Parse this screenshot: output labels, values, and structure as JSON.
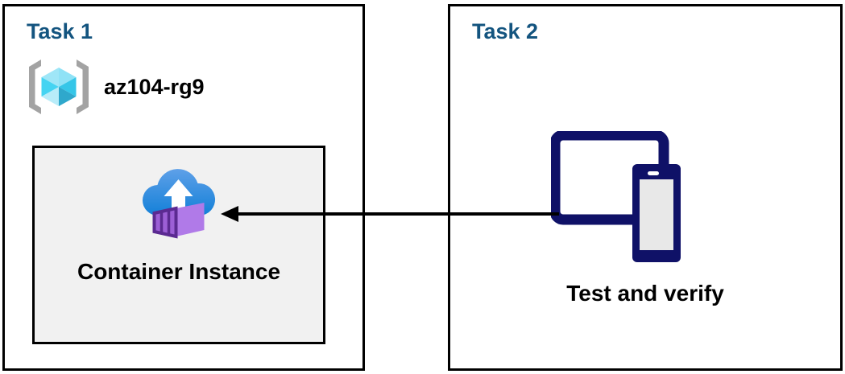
{
  "diagram": {
    "background_color": "#ffffff",
    "title_color": "#13547f",
    "panels": [
      {
        "id": "task1",
        "title": "Task 1",
        "resource_group": {
          "icon": "azure-resource-group-icon",
          "name": "az104-rg9"
        },
        "resource": {
          "icon": "azure-container-instance-icon",
          "label": "Container Instance",
          "box_fill": "#f1f1f1",
          "box_border": "#000000"
        }
      },
      {
        "id": "task2",
        "title": "Task 2",
        "device": {
          "icon": "tablet-and-phone-devices-icon",
          "label": "Test and verify",
          "color": "#0f1167",
          "screen_color": "#e8e8e8"
        }
      }
    ],
    "connector": {
      "icon": "left-arrow-icon",
      "direction": "left",
      "color": "#000000",
      "from": "Test and verify",
      "to": "Container Instance"
    }
  }
}
